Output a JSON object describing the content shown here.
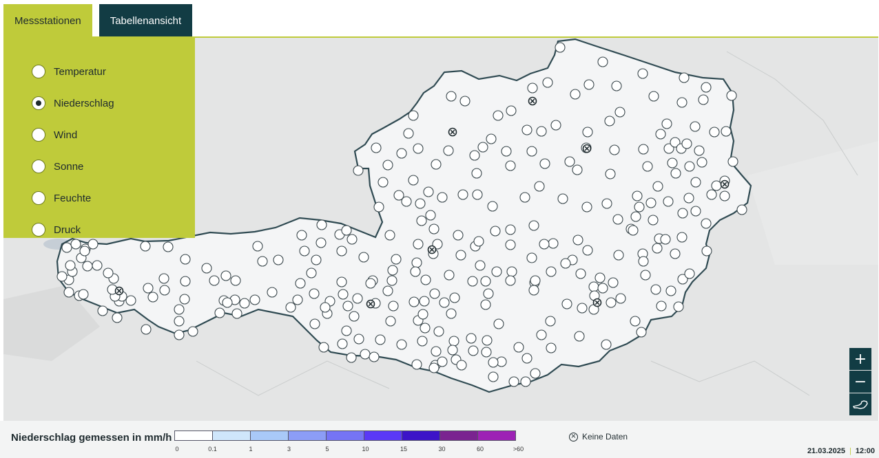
{
  "tabs": [
    {
      "label": "Messstationen",
      "active": true
    },
    {
      "label": "Tabellenansicht",
      "active": false
    }
  ],
  "panel": {
    "options": [
      {
        "label": "Temperatur",
        "checked": false
      },
      {
        "label": "Niederschlag",
        "checked": true
      },
      {
        "label": "Wind",
        "checked": false
      },
      {
        "label": "Sonne",
        "checked": false
      },
      {
        "label": "Feuchte",
        "checked": false
      },
      {
        "label": "Druck",
        "checked": false
      }
    ]
  },
  "zoom": {
    "in_label": "+",
    "out_label": "−",
    "reset_icon": "austria-outline-icon"
  },
  "legend": {
    "title": "Niederschlag gemessen in mm/h",
    "thresholds": [
      "0",
      "0.1",
      "1",
      "3",
      "5",
      "10",
      "15",
      "30",
      "60",
      ">60"
    ],
    "colors": [
      "#ffffff",
      "#cfe6fb",
      "#a9c9f8",
      "#8c9df6",
      "#7574f5",
      "#5a39f6",
      "#3c14c8",
      "#7a2390",
      "#9d22b5"
    ],
    "no_data_label": "Keine Daten",
    "no_data_icon": "circle-x-icon"
  },
  "timestamp": {
    "date": "21.03.2025",
    "time": "12:00"
  },
  "colors": {
    "accent": "#bfcb3a",
    "dark": "#123c44"
  }
}
